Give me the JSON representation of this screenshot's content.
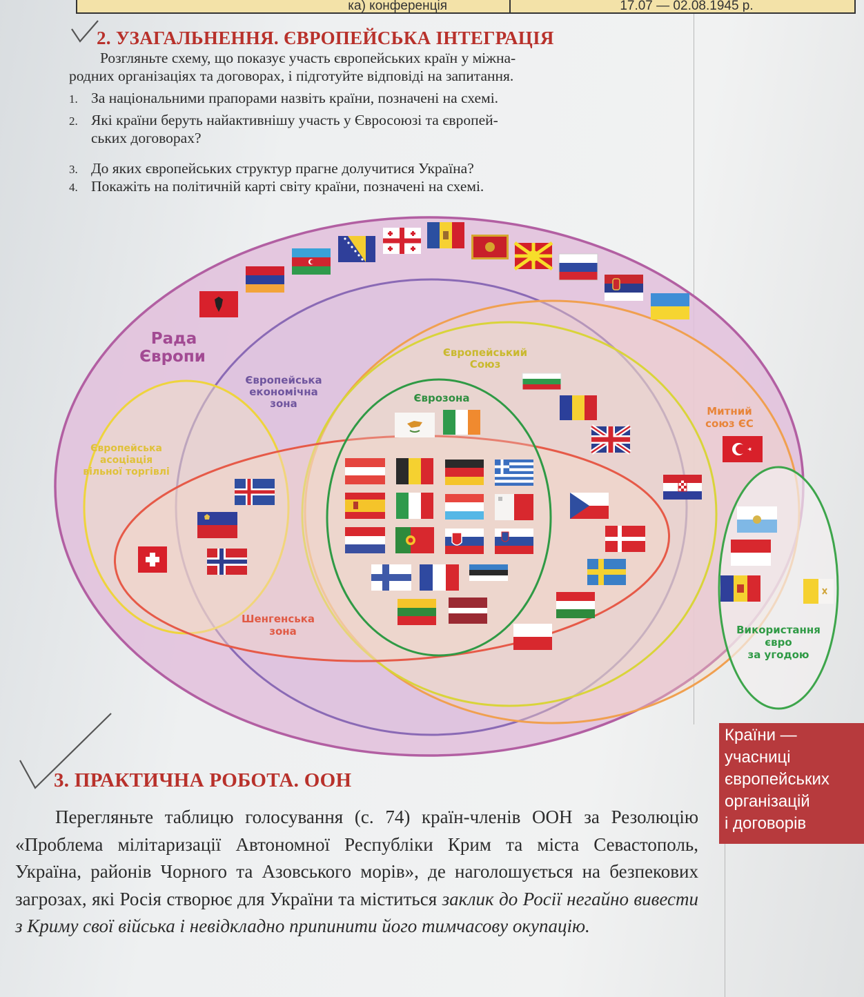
{
  "top_table": {
    "left_cell": "ка) конференція",
    "right_cell": "17.07 — 02.08.1945 р."
  },
  "section2": {
    "title": "2. УЗАГАЛЬНЕННЯ. ЄВРОПЕЙСЬКА ІНТЕГРАЦІЯ",
    "intro_line1": "Розгляньте схему, що показує участь європейських країн у міжна-",
    "intro_line2": "родних організаціях та договорах, і підготуйте відповіді на запитання.",
    "questions": [
      {
        "num": "1.",
        "lines": [
          "За національними прапорами назвіть країни, позначені на схемі."
        ]
      },
      {
        "num": "2.",
        "lines": [
          "Які країни беруть найактивнішу участь у Євросоюзі та європей-",
          "ських договорах?"
        ]
      },
      {
        "num": "3.",
        "lines": [
          "До яких європейських структур прагне долучитися Україна?"
        ]
      },
      {
        "num": "4.",
        "lines": [
          "Покажіть на політичній карті світу країни, позначені на схемі."
        ]
      }
    ]
  },
  "diagram": {
    "labels": {
      "council_line1": "Рада",
      "council_line2": "Європи",
      "eea_line1": "Європейська",
      "eea_line2": "економічна",
      "eea_line3": "зона",
      "eu_line1": "Європейський",
      "eu_line2": "Союз",
      "eurozone": "Єврозона",
      "customs_line1": "Митний",
      "customs_line2": "союз ЄС",
      "efta_line1": "Європейська",
      "efta_line2": "асоціація",
      "efta_line3": "вільної торгівлі",
      "schengen_line1": "Шенгенська",
      "schengen_line2": "зона",
      "euro_agree_line1": "Використання",
      "euro_agree_line2": "євро",
      "euro_agree_line3": "за угодою"
    },
    "colors": {
      "council": "#b25fa2",
      "council_fill": "#e2bfdc",
      "eea": "#8a6ab5",
      "eu": "#d9d43a",
      "eurozone": "#2f9a45",
      "customs": "#f0a050",
      "efta": "#eed43d",
      "schengen": "#e65a48",
      "euro_agreement": "#3da54b"
    }
  },
  "sidebar": {
    "lines": [
      "Країни —",
      "учасниці",
      "європейських",
      "організацій",
      "і договорів"
    ]
  },
  "section3": {
    "title": "3. ПРАКТИЧНА РОБОТА. ООН",
    "text_normal": "Перегляньте таблицю голосування (с. 74) країн-членів ООН за Резолюцію «Проблема мілітаризації Автономної Республіки Крим та міста Севастополь, Україна, районів Чорного та Азовського морів», де наголошується на безпекових загрозах, які Росія створює для України та міститься ",
    "text_italic": "заклик до Росії негайно вивести з Криму свої війська і невідкладно припинити його тимчасову окупацію."
  }
}
